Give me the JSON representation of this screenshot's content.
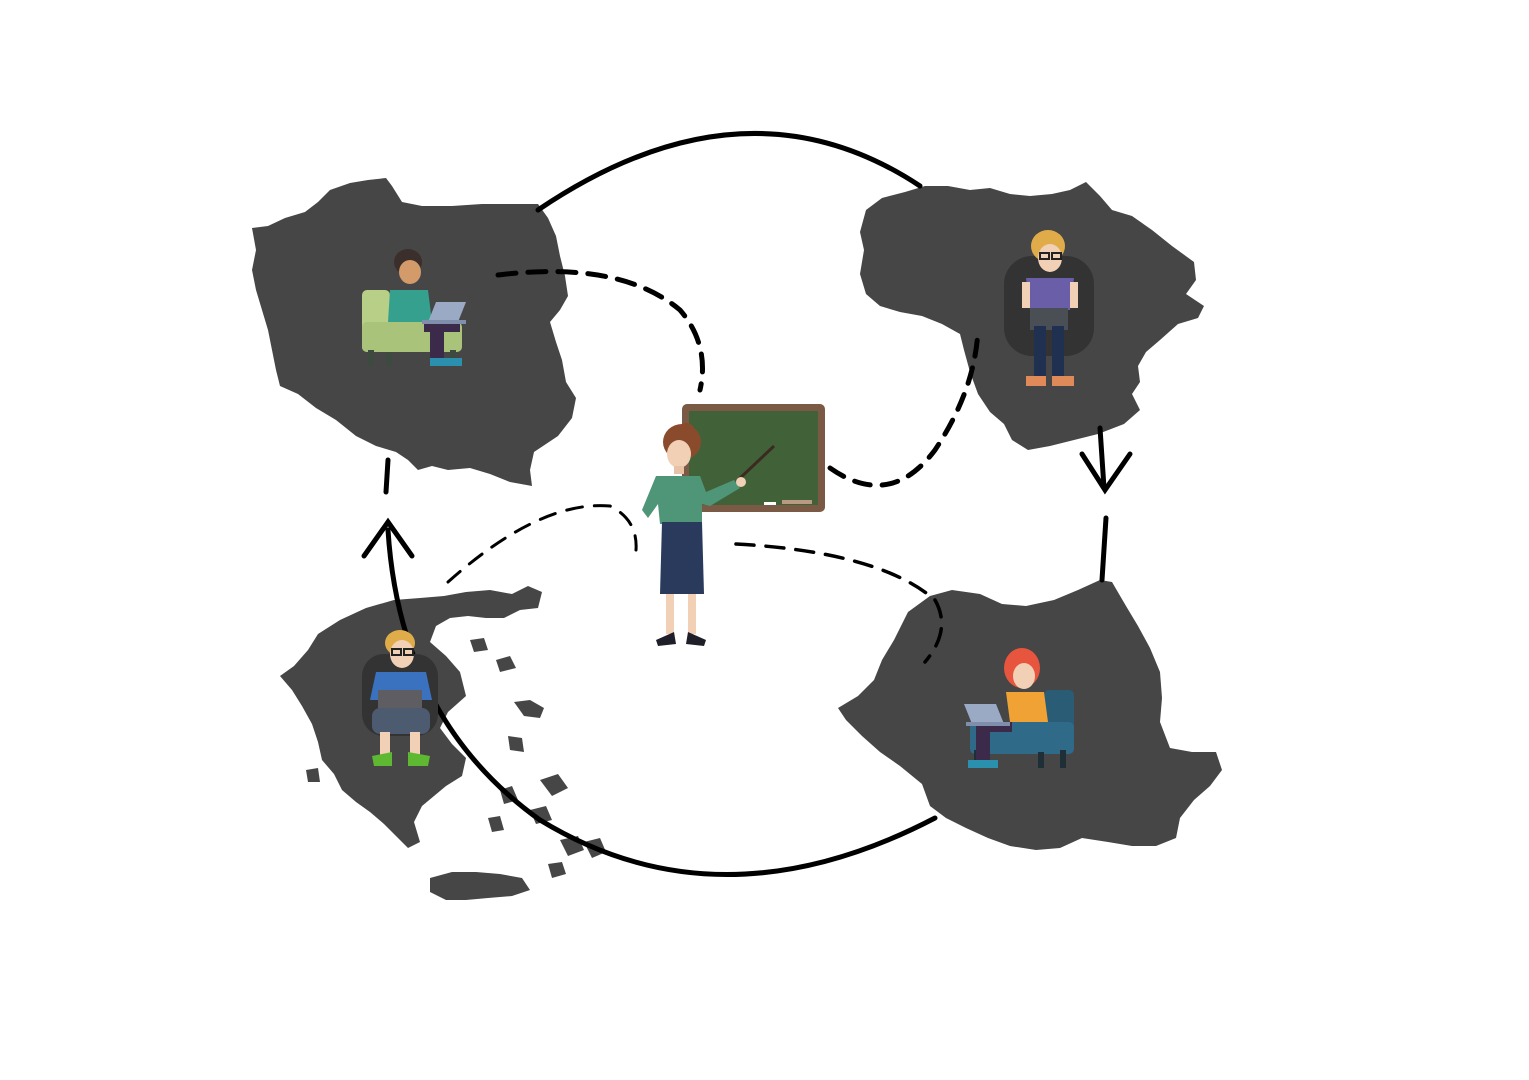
{
  "colors": {
    "background": "#ffffff",
    "map_fill": "#464646",
    "connector_stroke": "#000000",
    "chalkboard_green": "#416238",
    "chalkboard_frame": "#7a5a44"
  },
  "nodes": [
    {
      "id": "poland",
      "icon": "map-poland-icon",
      "person_icon": "student-laptop-armchair-icon"
    },
    {
      "id": "lithuania",
      "icon": "map-lithuania-icon",
      "person_icon": "student-laptop-chair-icon"
    },
    {
      "id": "romania",
      "icon": "map-romania-icon",
      "person_icon": "student-laptop-sofa-icon"
    },
    {
      "id": "greece",
      "icon": "map-greece-icon",
      "person_icon": "student-laptop-chair-icon"
    },
    {
      "id": "teacher",
      "icon": "teacher-chalkboard-icon"
    }
  ],
  "connectors": {
    "cycle": [
      "poland",
      "lithuania",
      "romania",
      "greece",
      "poland"
    ],
    "dashed_links": [
      "teacher-poland",
      "teacher-lithuania",
      "teacher-romania",
      "teacher-greece"
    ]
  }
}
